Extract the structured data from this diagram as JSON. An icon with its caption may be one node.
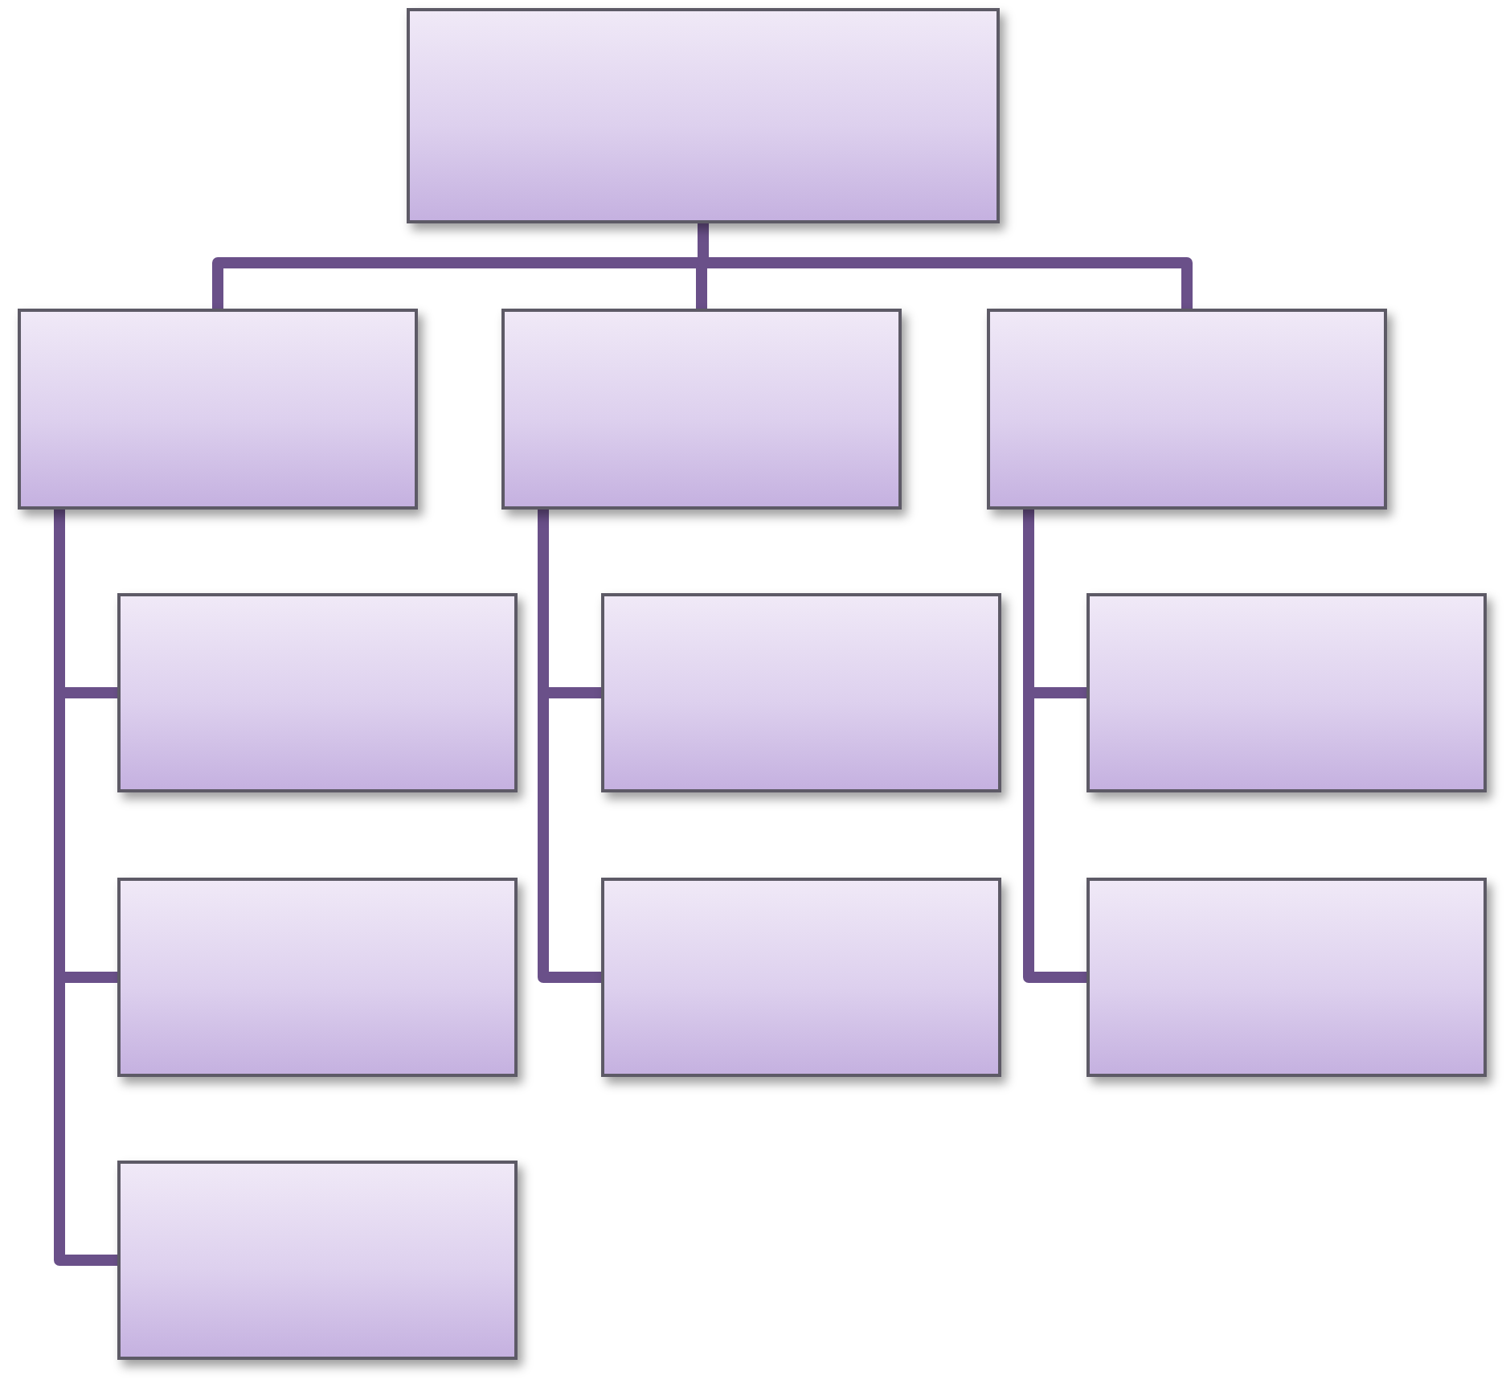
{
  "diagram": {
    "nodes": [
      {
        "text": [],
        "shape": "box"
      },
      {
        "text": [],
        "shape": "box"
      },
      {
        "text": [],
        "shape": "box"
      },
      {
        "text": [],
        "shape": "box"
      },
      {
        "text": [],
        "shape": "box"
      },
      {
        "text": [],
        "shape": "box"
      },
      {
        "text": [],
        "shape": "box"
      },
      {
        "text": [],
        "shape": "box"
      },
      {
        "text": [],
        "shape": "box"
      },
      {
        "text": [],
        "shape": "box"
      },
      {
        "text": [],
        "shape": "box"
      }
    ],
    "edges": [
      {
        "from": 0,
        "to": 1,
        "arrow": "none"
      },
      {
        "from": 0,
        "to": 2,
        "arrow": "none"
      },
      {
        "from": 0,
        "to": 3,
        "arrow": "none"
      },
      {
        "from": 1,
        "to": 4,
        "arrow": "none"
      },
      {
        "from": 1,
        "to": 7,
        "arrow": "none"
      },
      {
        "from": 1,
        "to": 10,
        "arrow": "none"
      },
      {
        "from": 2,
        "to": 5,
        "arrow": "none"
      },
      {
        "from": 2,
        "to": 8,
        "arrow": "none"
      },
      {
        "from": 3,
        "to": 6,
        "arrow": "none"
      },
      {
        "from": 3,
        "to": 9,
        "arrow": "none"
      }
    ]
  }
}
